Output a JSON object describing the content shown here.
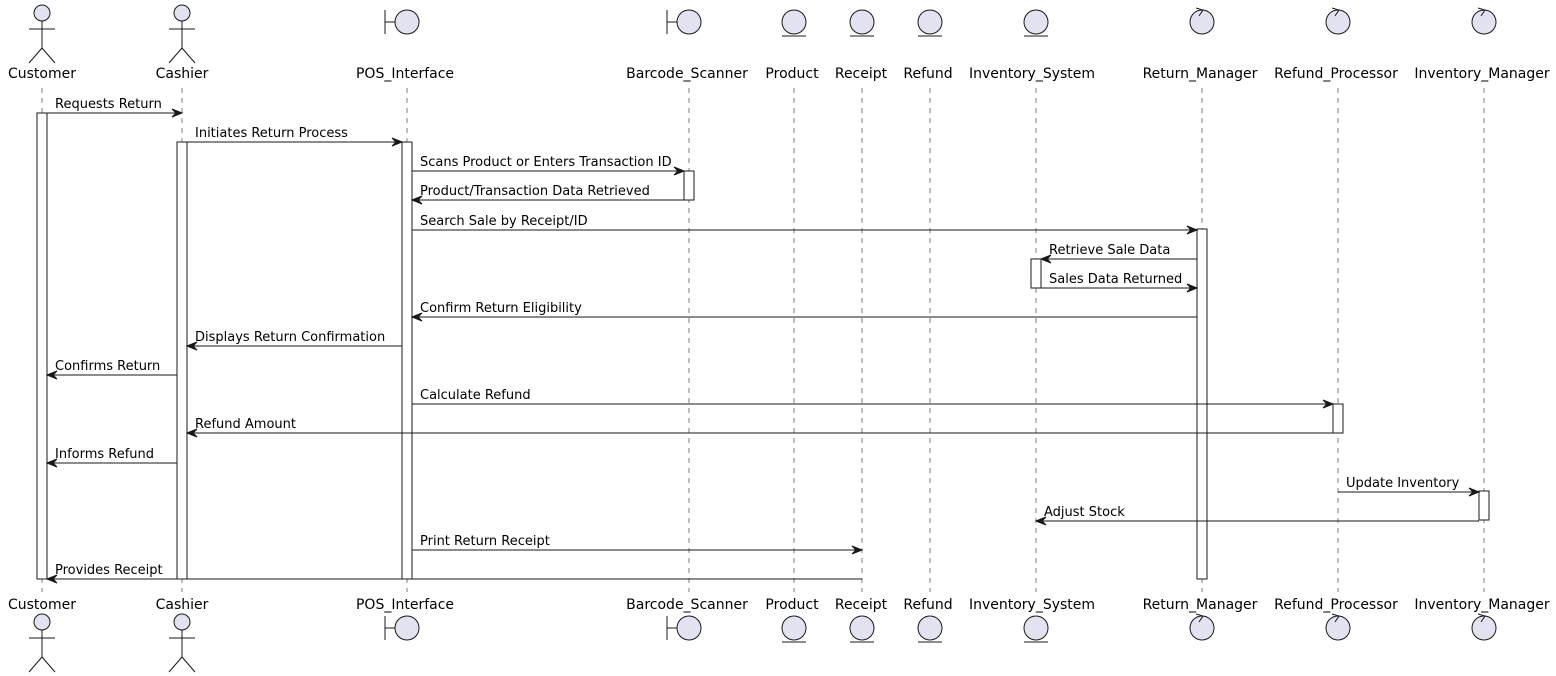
{
  "participants": [
    {
      "id": "customer",
      "label": "Customer",
      "kind": "actor"
    },
    {
      "id": "cashier",
      "label": "Cashier",
      "kind": "actor"
    },
    {
      "id": "pos",
      "label": "POS_Interface",
      "kind": "boundary"
    },
    {
      "id": "scanner",
      "label": "Barcode_Scanner",
      "kind": "boundary"
    },
    {
      "id": "product",
      "label": "Product",
      "kind": "entity"
    },
    {
      "id": "receipt",
      "label": "Receipt",
      "kind": "entity"
    },
    {
      "id": "refund",
      "label": "Refund",
      "kind": "entity"
    },
    {
      "id": "inventory_system",
      "label": "Inventory_System",
      "kind": "entity"
    },
    {
      "id": "return_manager",
      "label": "Return_Manager",
      "kind": "control"
    },
    {
      "id": "refund_processor",
      "label": "Refund_Processor",
      "kind": "control"
    },
    {
      "id": "inventory_manager",
      "label": "Inventory_Manager",
      "kind": "control"
    }
  ],
  "messages": [
    {
      "from": "customer",
      "to": "cashier",
      "label": "Requests Return"
    },
    {
      "from": "cashier",
      "to": "pos",
      "label": "Initiates Return Process"
    },
    {
      "from": "pos",
      "to": "scanner",
      "label": "Scans Product or Enters Transaction ID"
    },
    {
      "from": "scanner",
      "to": "pos",
      "label": "Product/Transaction Data Retrieved"
    },
    {
      "from": "pos",
      "to": "return_manager",
      "label": "Search Sale by Receipt/ID"
    },
    {
      "from": "return_manager",
      "to": "inventory_system",
      "label": "Retrieve Sale Data"
    },
    {
      "from": "inventory_system",
      "to": "return_manager",
      "label": "Sales Data Returned"
    },
    {
      "from": "return_manager",
      "to": "pos",
      "label": "Confirm Return Eligibility"
    },
    {
      "from": "pos",
      "to": "cashier",
      "label": "Displays Return Confirmation"
    },
    {
      "from": "cashier",
      "to": "customer",
      "label": "Confirms Return"
    },
    {
      "from": "pos",
      "to": "refund_processor",
      "label": "Calculate Refund"
    },
    {
      "from": "refund_processor",
      "to": "cashier",
      "label": "Refund Amount"
    },
    {
      "from": "cashier",
      "to": "customer",
      "label": "Informs Refund"
    },
    {
      "from": "refund_processor",
      "to": "inventory_manager",
      "label": "Update Inventory"
    },
    {
      "from": "inventory_manager",
      "to": "inventory_system",
      "label": "Adjust Stock"
    },
    {
      "from": "pos",
      "to": "receipt",
      "label": "Print Return Receipt"
    },
    {
      "from": "receipt",
      "to": "customer",
      "label": "Provides Receipt"
    }
  ]
}
